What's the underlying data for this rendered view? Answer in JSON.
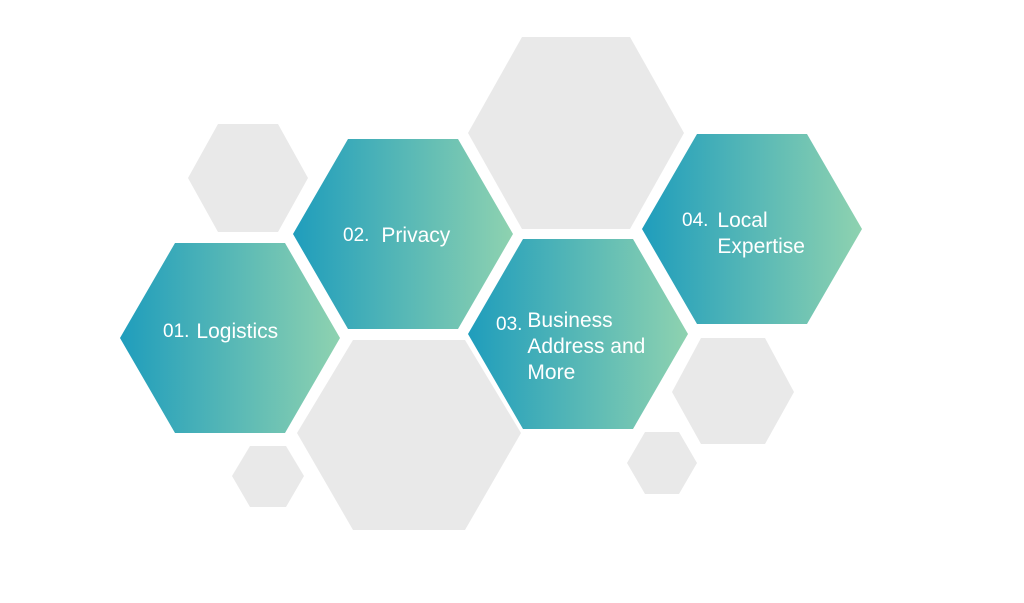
{
  "colors": {
    "hex_gradient_start": "#1f9dbc",
    "hex_gradient_end": "#8ed2b0",
    "decor_fill": "#e9e9e9",
    "text": "#ffffff"
  },
  "steps": [
    {
      "number": "01.",
      "label": "Logistics"
    },
    {
      "number": "02.",
      "label": "Privacy"
    },
    {
      "number": "03.",
      "label_lines": [
        "Business",
        "Address and",
        "More"
      ]
    },
    {
      "number": "04.",
      "label_lines": [
        "Local",
        "Expertise"
      ]
    }
  ]
}
